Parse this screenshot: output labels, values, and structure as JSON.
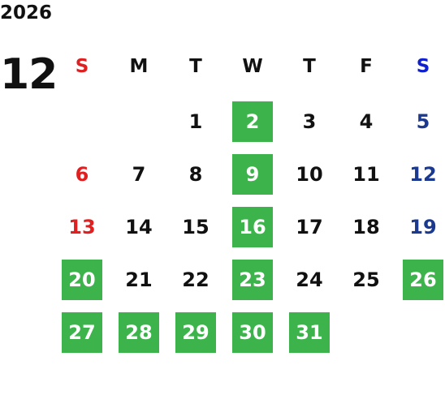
{
  "calendar": {
    "year": "2026",
    "month": "12",
    "weekdays": [
      "S",
      "M",
      "T",
      "W",
      "T",
      "F",
      "S"
    ],
    "first_weekday_index": 2,
    "days_in_month": 31,
    "highlighted_days": [
      2,
      9,
      16,
      20,
      23,
      26,
      27,
      28,
      29,
      30,
      31
    ],
    "colors": {
      "highlight_bg": "#3cb44b",
      "highlight_text": "#ffffff",
      "sunday": "#e02020",
      "saturday_header": "#1020d0",
      "saturday_date": "#1b3a8f",
      "default_text": "#111111"
    }
  }
}
